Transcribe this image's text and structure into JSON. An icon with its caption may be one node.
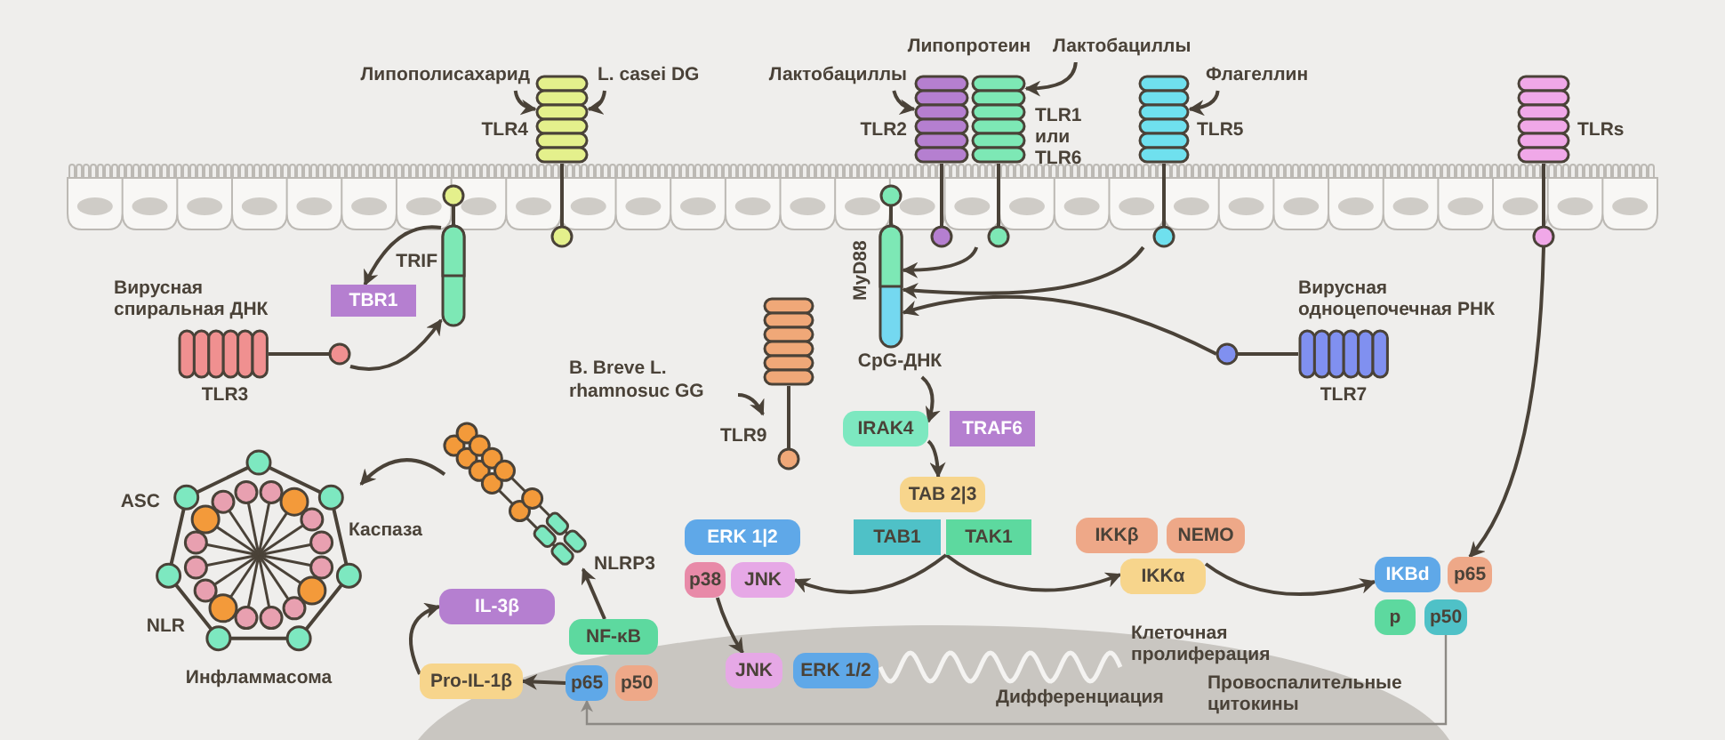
{
  "diagram": {
    "nodes": [
      {
        "text": [
          "Липополисахарид"
        ]
      },
      {
        "text": [
          "L. casei DG"
        ]
      },
      {
        "text": [
          "TLR4"
        ]
      },
      {
        "text": [
          "Лактобациллы"
        ]
      },
      {
        "text": [
          "Лактобациллы"
        ]
      },
      {
        "text": [
          "TLR2"
        ]
      },
      {
        "text": [
          "TLR1 или TLR6"
        ]
      },
      {
        "text": [
          "Флагеллин"
        ]
      },
      {
        "text": [
          "TLR5"
        ]
      },
      {
        "text": [
          "TLRs"
        ]
      },
      {
        "text": [
          "TRIF"
        ]
      },
      {
        "text": [
          "TBR1"
        ]
      },
      {
        "text": [
          "Вирусная спиральная ДНК",
          "TLR3"
        ]
      },
      {
        "text": [
          "MyD88"
        ]
      },
      {
        "text": [
          "CpG-ДНК"
        ]
      },
      {
        "text": [
          "B. Breve L. rhamnosuc GG"
        ]
      },
      {
        "text": [
          "TLR9"
        ]
      },
      {
        "text": [
          "IRAK4"
        ]
      },
      {
        "text": [
          "TRAF6"
        ]
      },
      {
        "text": [
          "TAB 2|3"
        ]
      },
      {
        "text": [
          "TAB1"
        ]
      },
      {
        "text": [
          "TAK1"
        ]
      },
      {
        "text": [
          "ERK 1|2"
        ]
      },
      {
        "text": [
          "p38"
        ]
      },
      {
        "text": [
          "JNK"
        ]
      },
      {
        "text": [
          "IKKβ"
        ]
      },
      {
        "text": [
          "NEMO"
        ]
      },
      {
        "text": [
          "IKKα"
        ]
      },
      {
        "text": [
          "IKBd"
        ]
      },
      {
        "text": [
          "p65"
        ]
      },
      {
        "text": [
          "p"
        ]
      },
      {
        "text": [
          "p50"
        ]
      },
      {
        "text": [
          "NF-κB"
        ]
      },
      {
        "text": [
          "p65"
        ]
      },
      {
        "text": [
          "p50"
        ]
      },
      {
        "text": [
          "NLRP3"
        ]
      },
      {
        "text": [
          "IL-3β"
        ]
      },
      {
        "text": [
          "Pro-IL-1β"
        ]
      },
      {
        "text": [
          "JNK"
        ]
      },
      {
        "text": [
          "ERK 1/2"
        ]
      },
      {
        "text": [
          "Инфламмасома"
        ]
      },
      {
        "text": [
          "Вирусная одноцепочечная РНК",
          "TLR7"
        ]
      }
    ],
    "edges": [
      {
        "from": 0,
        "to": 2,
        "arrow": "to"
      },
      {
        "from": 1,
        "to": 2,
        "arrow": "to"
      },
      {
        "from": 3,
        "to": 5,
        "arrow": "to"
      },
      {
        "from": 4,
        "to": 6,
        "arrow": "to"
      },
      {
        "from": 7,
        "to": 8,
        "arrow": "to"
      },
      {
        "from": 10,
        "to": 11,
        "arrow": "to"
      },
      {
        "from": 12,
        "to": 10,
        "arrow": "to"
      },
      {
        "from": 6,
        "to": 13,
        "arrow": "to"
      },
      {
        "from": 8,
        "to": 13,
        "arrow": "to"
      },
      {
        "from": 41,
        "to": 13,
        "arrow": "to"
      },
      {
        "from": 14,
        "to": 17,
        "arrow": "to"
      },
      {
        "from": 17,
        "to": 19,
        "arrow": "to"
      },
      {
        "from": 15,
        "to": 16,
        "arrow": "to"
      },
      {
        "from": 21,
        "to": 24,
        "arrow": "to"
      },
      {
        "from": 21,
        "to": 27,
        "arrow": "to"
      },
      {
        "from": 27,
        "to": 28,
        "arrow": "to"
      },
      {
        "from": 9,
        "to": 29,
        "arrow": "to"
      },
      {
        "from": 23,
        "to": 38,
        "arrow": "to"
      },
      {
        "from": 32,
        "to": 35,
        "arrow": "to"
      },
      {
        "from": 35,
        "to": 40,
        "arrow": "to"
      },
      {
        "from": 33,
        "to": 37,
        "arrow": "to"
      },
      {
        "from": 37,
        "to": 36,
        "arrow": "to"
      },
      {
        "from": 31,
        "to": 33,
        "arrow": "to",
        "color": "#8c8984"
      }
    ],
    "labels": [
      "Липопротеин",
      "ASC",
      "Каспаза",
      "NLR",
      "Клеточная пролиферация",
      "Дифференциация",
      "Провоспалительные цитокины"
    ]
  }
}
